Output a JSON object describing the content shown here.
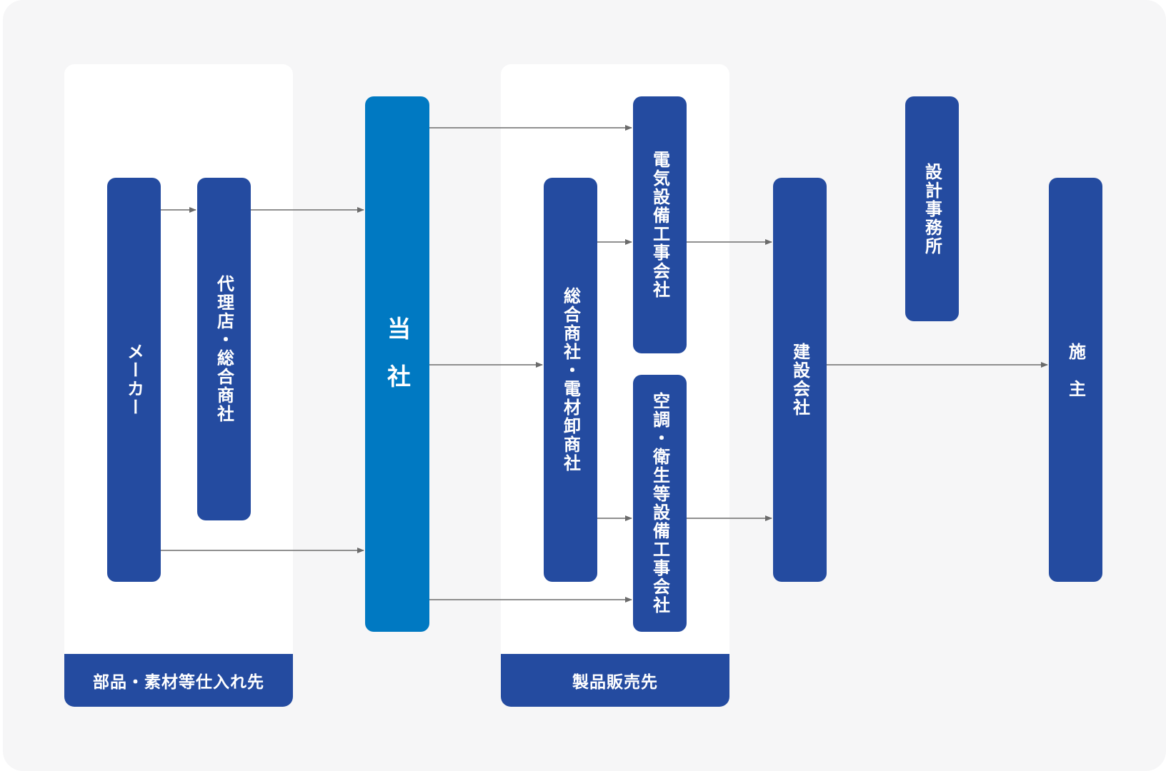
{
  "colors": {
    "background": "#f6f6f7",
    "panel": "#ffffff",
    "node": "#244ba0",
    "accent_node": "#0079c2",
    "arrow": "#6b6b6b"
  },
  "groups": {
    "suppliers_label": "部品・素材等仕入れ先",
    "sales_label": "製品販売先"
  },
  "nodes": {
    "maker": "メーカー",
    "agent": "代理店・総合商社",
    "company": "当社",
    "trading": "総合商社・電材卸商社",
    "electrical": "電気設備工事会社",
    "hvac": "空調・衛生等設備工事会社",
    "construction": "建設会社",
    "design": "設計事務所",
    "owner": "施主"
  },
  "edges": [
    {
      "from": "maker",
      "to": "agent"
    },
    {
      "from": "agent",
      "to": "company"
    },
    {
      "from": "maker",
      "to": "company"
    },
    {
      "from": "company",
      "to": "electrical"
    },
    {
      "from": "company",
      "to": "trading"
    },
    {
      "from": "company",
      "to": "hvac"
    },
    {
      "from": "trading",
      "to": "electrical"
    },
    {
      "from": "trading",
      "to": "hvac"
    },
    {
      "from": "electrical",
      "to": "construction"
    },
    {
      "from": "hvac",
      "to": "construction"
    },
    {
      "from": "construction",
      "to": "owner"
    }
  ]
}
